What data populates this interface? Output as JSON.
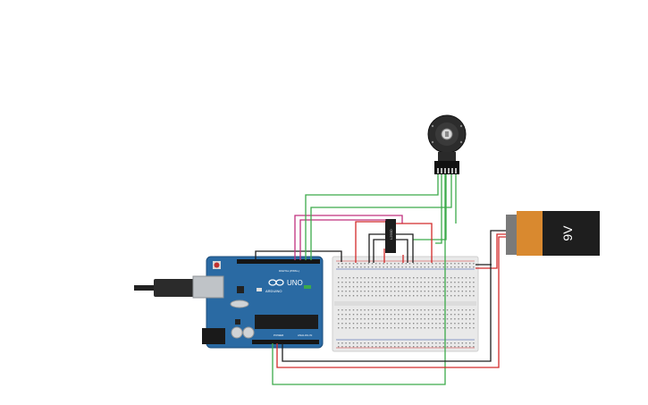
{
  "canvas": {
    "background": "#ffffff"
  },
  "arduino": {
    "brand_text": "ARDUINO",
    "model_text": "UNO",
    "digital_label": "DIGITAL (PWM~)",
    "power_label": "POWER",
    "analog_label": "ANALOG IN",
    "board_color": "#2a6aa3"
  },
  "battery": {
    "label": "9V",
    "body_color": "#1e1e1e",
    "label_color": "#d9892f"
  },
  "chip": {
    "label": "L293D"
  },
  "wire_colors": {
    "red": "#d22a2a",
    "black": "#1e1e1e",
    "green": "#3caa4a",
    "magenta": "#c0307e"
  },
  "breadboard": {
    "color": "#e9e9e9"
  }
}
